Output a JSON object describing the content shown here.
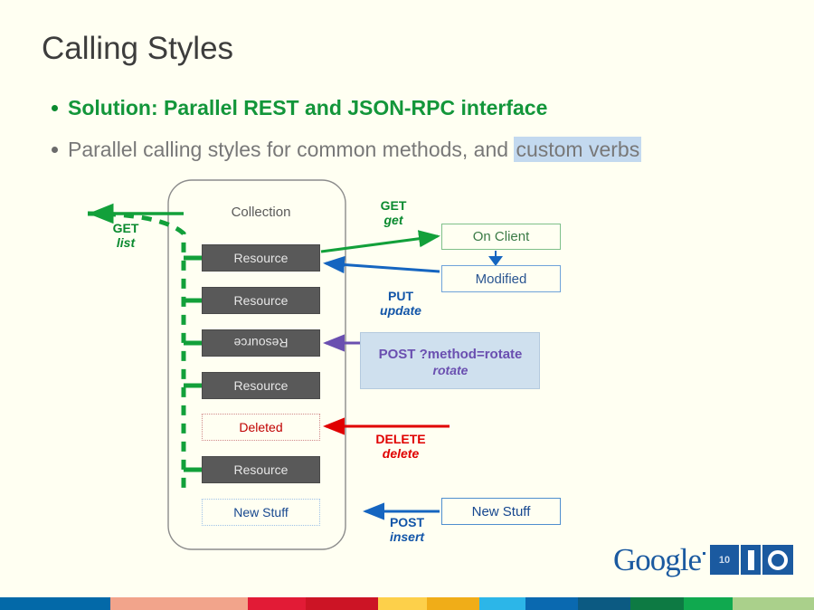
{
  "slide": {
    "title": "Calling Styles",
    "background_color": "#fffff2"
  },
  "bullets": [
    {
      "text": "Solution: Parallel REST and JSON-RPC interface",
      "color": "#13963a",
      "bold": true
    },
    {
      "text_before": "Parallel calling styles for common methods, and ",
      "highlight": "custom verbs",
      "color": "#787878",
      "highlight_color": "#c3d9ef"
    }
  ],
  "diagram": {
    "collection_label": "Collection",
    "items": [
      {
        "label": "Resource",
        "style": "resource"
      },
      {
        "label": "Resource",
        "style": "resource"
      },
      {
        "label": "Resource",
        "style": "resource-rotated"
      },
      {
        "label": "Resource",
        "style": "resource"
      },
      {
        "label": "Deleted",
        "style": "deleted"
      },
      {
        "label": "Resource",
        "style": "resource"
      },
      {
        "label": "New Stuff",
        "style": "new-stuff"
      }
    ],
    "side_boxes": [
      {
        "label": "On Client",
        "border_color": "#7fc08a",
        "text_color": "#3a7a46"
      },
      {
        "label": "Modified",
        "border_color": "#6fa3da",
        "text_color": "#2a5591"
      },
      {
        "label": "New Stuff",
        "border_color": "#4f8fcf",
        "text_color": "#16478f"
      }
    ],
    "verbs": [
      {
        "method": "GET",
        "rpc": "list",
        "color": "#0a8a2f"
      },
      {
        "method": "GET",
        "rpc": "get",
        "color": "#0a8a2f"
      },
      {
        "method": "PUT",
        "rpc": "update",
        "color": "#1255a8"
      },
      {
        "method": "POST ?method=rotate",
        "rpc": "rotate",
        "color": "#6a4fb0"
      },
      {
        "method": "DELETE",
        "rpc": "delete",
        "color": "#e00000"
      },
      {
        "method": "POST",
        "rpc": "insert",
        "color": "#1255a8"
      }
    ]
  },
  "logo": {
    "word": "Google",
    "badge_10": "10",
    "badge_i": "I",
    "badge_o": "O",
    "color": "#1b5aa0"
  },
  "colorbar": [
    {
      "color": "#0369a8",
      "width": 136
    },
    {
      "color": "#f2a48b",
      "width": 168
    },
    {
      "color": "#e21b36",
      "width": 72
    },
    {
      "color": "#cc1425",
      "width": 88
    },
    {
      "color": "#fdd04a",
      "width": 60
    },
    {
      "color": "#f0ad18",
      "width": 65
    },
    {
      "color": "#2cb6e8",
      "width": 56
    },
    {
      "color": "#0a69b0",
      "width": 65
    },
    {
      "color": "#0c5a82",
      "width": 64
    },
    {
      "color": "#0d7a43",
      "width": 66
    },
    {
      "color": "#10a94f",
      "width": 60
    },
    {
      "color": "#aad08b",
      "width": 100
    }
  ]
}
